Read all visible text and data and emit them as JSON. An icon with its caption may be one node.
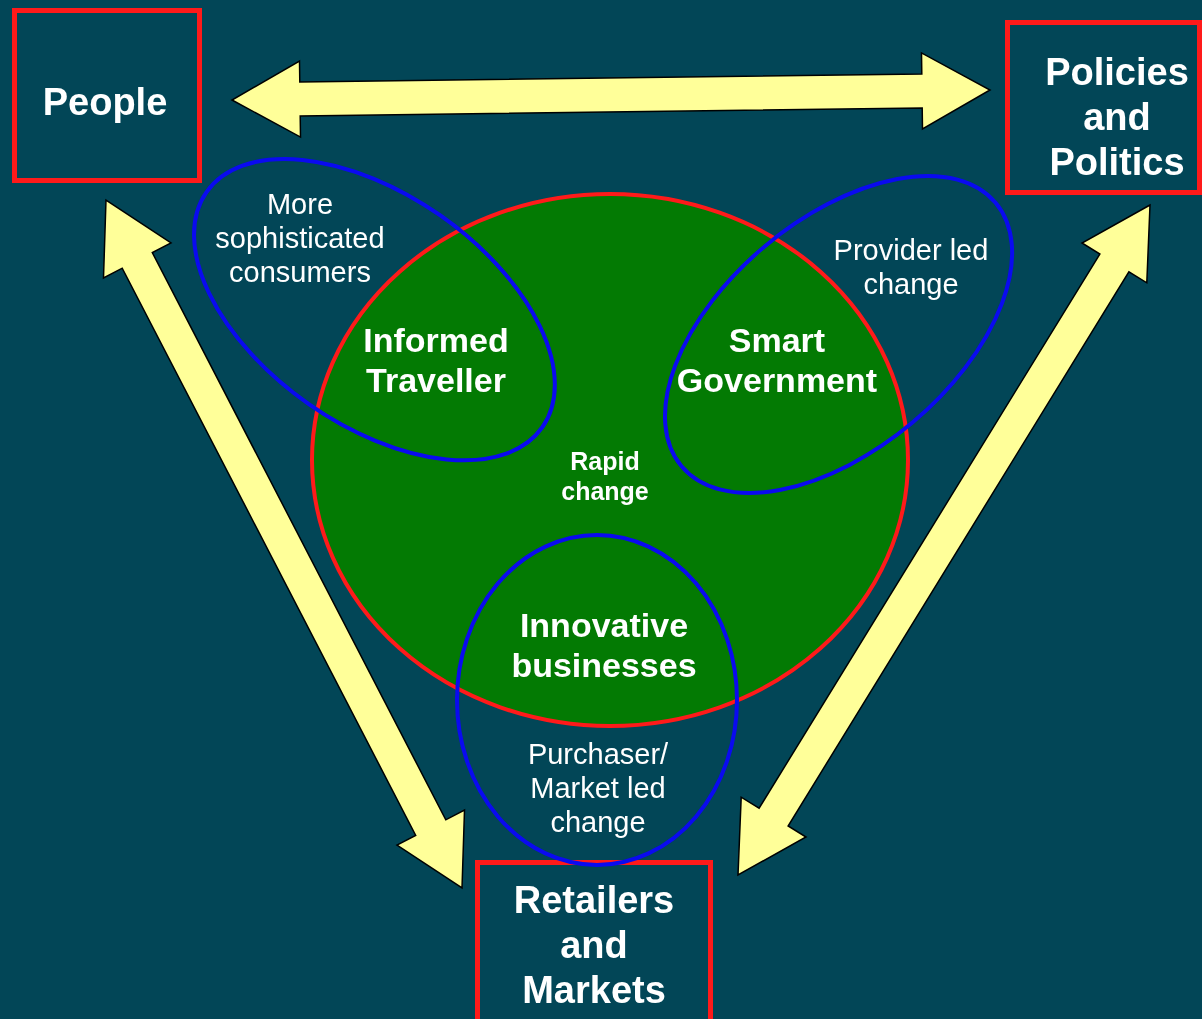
{
  "diagram": {
    "nodes": [
      {
        "text": [
          "People"
        ]
      },
      {
        "text": [
          "Policies and Politics"
        ]
      },
      {
        "text": [
          "Retailers and Markets"
        ]
      },
      {
        "text": [
          "Rapid change"
        ]
      },
      {
        "text": [
          "More sophisticated consumers",
          "Informed Traveller"
        ]
      },
      {
        "text": [
          "Provider led change",
          "Smart Government"
        ]
      },
      {
        "text": [
          "Innovative businesses",
          "Purchaser/ Market led change"
        ]
      }
    ],
    "edges": [
      {
        "from": 0,
        "to": 1,
        "arrow": "both"
      },
      {
        "from": 0,
        "to": 2,
        "arrow": "both"
      },
      {
        "from": 1,
        "to": 2,
        "arrow": "both"
      }
    ]
  }
}
